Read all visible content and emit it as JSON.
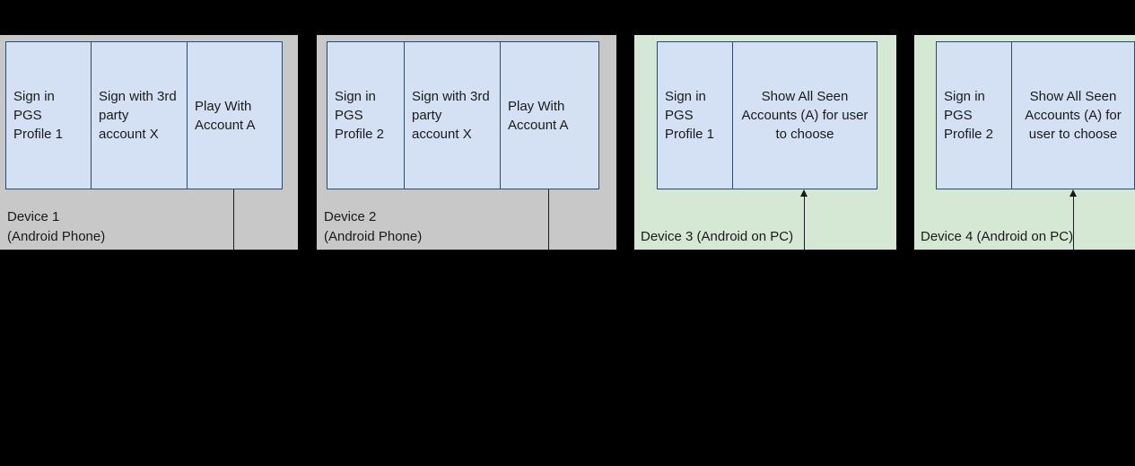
{
  "diagram": {
    "background_color": "#000000",
    "panel_gray_color": "#c8c8c8",
    "panel_green_color": "#d5e8d4",
    "step_box_color": "#d4e1f5",
    "step_box_border_color": "#2e4a66",
    "devices": [
      {
        "id": "device-1",
        "label": "Device 1\n(Android Phone)",
        "panel_type": "gray",
        "steps": [
          {
            "text": "Sign in PGS Profile 1"
          },
          {
            "text": "Sign with 3rd party account X"
          },
          {
            "text": "Play With Account A"
          }
        ]
      },
      {
        "id": "device-2",
        "label": "Device 2\n(Android Phone)",
        "panel_type": "gray",
        "steps": [
          {
            "text": "Sign in PGS Profile 2"
          },
          {
            "text": "Sign with 3rd party account X"
          },
          {
            "text": "Play With Account A"
          }
        ]
      },
      {
        "id": "device-3",
        "label": "Device 3 (Android on PC)",
        "panel_type": "green",
        "steps": [
          {
            "text": "Sign in PGS Profile 1"
          },
          {
            "text": "Show All Seen Accounts (A) for user to choose"
          }
        ]
      },
      {
        "id": "device-4",
        "label": "Device 4 (Android on PC)",
        "panel_type": "green",
        "steps": [
          {
            "text": "Sign in PGS Profile 2"
          },
          {
            "text": "Show All Seen Accounts (A) for user to choose"
          }
        ]
      }
    ]
  }
}
